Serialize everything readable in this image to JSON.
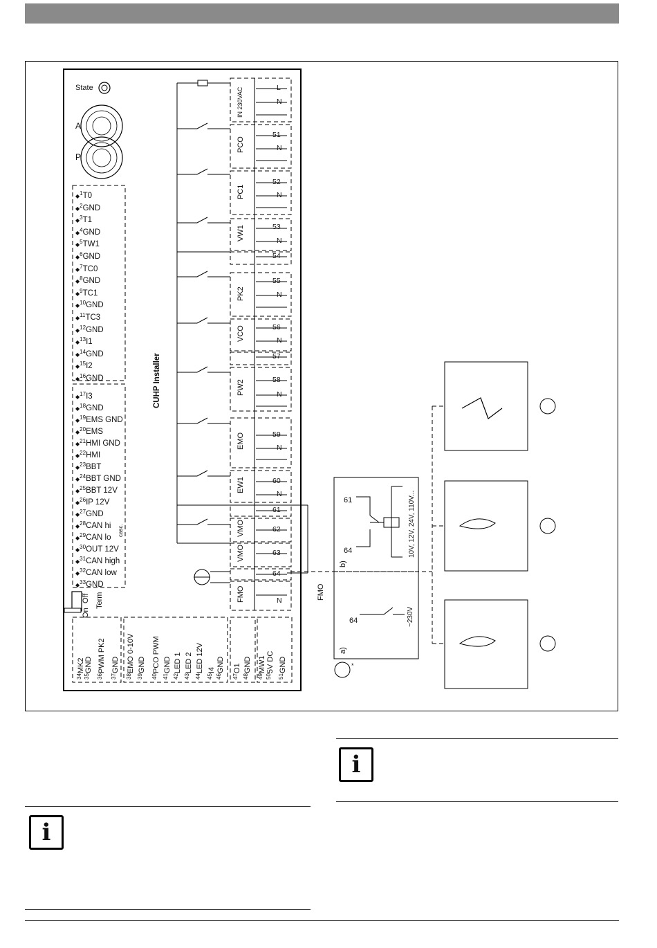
{
  "board": {
    "title": "CUHP Installer",
    "state_label": "State",
    "switch_a": "A",
    "switch_p": "P",
    "term_on": "On",
    "term_off": "Off",
    "term_label": "Term",
    "casc": "casc."
  },
  "left_pins": [
    {
      "n": "1",
      "label": "T0"
    },
    {
      "n": "2",
      "label": "GND"
    },
    {
      "n": "3",
      "label": "T1"
    },
    {
      "n": "4",
      "label": "GND"
    },
    {
      "n": "5",
      "label": "TW1"
    },
    {
      "n": "6",
      "label": "GND"
    },
    {
      "n": "7",
      "label": "TC0"
    },
    {
      "n": "8",
      "label": "GND"
    },
    {
      "n": "9",
      "label": "TC1"
    },
    {
      "n": "10",
      "label": "GND"
    },
    {
      "n": "11",
      "label": "TC3"
    },
    {
      "n": "12",
      "label": "GND"
    },
    {
      "n": "13",
      "label": "I1"
    },
    {
      "n": "14",
      "label": "GND"
    },
    {
      "n": "15",
      "label": "I2"
    },
    {
      "n": "16",
      "label": "GND"
    },
    {
      "n": "17",
      "label": "I3"
    },
    {
      "n": "18",
      "label": "GND"
    },
    {
      "n": "19",
      "label": "EMS GND"
    },
    {
      "n": "20",
      "label": "EMS"
    },
    {
      "n": "21",
      "label": "HMI GND"
    },
    {
      "n": "22",
      "label": "HMI"
    },
    {
      "n": "23",
      "label": "BBT"
    },
    {
      "n": "24",
      "label": "BBT GND"
    },
    {
      "n": "25",
      "label": "BBT 12V"
    },
    {
      "n": "26",
      "label": "IP 12V"
    },
    {
      "n": "27",
      "label": "GND"
    },
    {
      "n": "28",
      "label": "CAN hi"
    },
    {
      "n": "29",
      "label": "CAN lo"
    },
    {
      "n": "30",
      "label": "OUT 12V"
    },
    {
      "n": "31",
      "label": "CAN high"
    },
    {
      "n": "32",
      "label": "CAN low"
    },
    {
      "n": "33",
      "label": "GND"
    }
  ],
  "bottom_pins": [
    {
      "n": "34",
      "label": "MK2"
    },
    {
      "n": "35",
      "label": "GND"
    },
    {
      "n": "36",
      "label": "PWM PK2"
    },
    {
      "n": "37",
      "label": "GND"
    },
    {
      "n": "38",
      "label": "EMO 0-10V"
    },
    {
      "n": "39",
      "label": "GND"
    },
    {
      "n": "40",
      "label": "PCO PWM"
    },
    {
      "n": "41",
      "label": "GND"
    },
    {
      "n": "42",
      "label": "LED 1"
    },
    {
      "n": "43",
      "label": "LED 2"
    },
    {
      "n": "44",
      "label": "LED 12V"
    },
    {
      "n": "45",
      "label": "I4"
    },
    {
      "n": "46",
      "label": "GND"
    },
    {
      "n": "47",
      "label": "O1"
    },
    {
      "n": "48",
      "label": "GND"
    },
    {
      "n": "49",
      "label": "MW1"
    },
    {
      "n": "50",
      "label": "5V DC"
    },
    {
      "n": "51",
      "label": "GND"
    }
  ],
  "right_blocks": [
    {
      "name": "IN 230VAC",
      "terms": [
        "L",
        "N",
        ""
      ]
    },
    {
      "name": "PCO",
      "terms": [
        "51",
        "N",
        ""
      ]
    },
    {
      "name": "PC1",
      "terms": [
        "52",
        "N",
        ""
      ]
    },
    {
      "name": "VW1",
      "terms": [
        "53",
        "N"
      ]
    },
    {
      "name": "",
      "terms": [
        "54"
      ]
    },
    {
      "name": "PK2",
      "terms": [
        "55",
        "N",
        ""
      ]
    },
    {
      "name": "VCO",
      "terms": [
        "56",
        "N"
      ]
    },
    {
      "name": "",
      "terms": [
        "57"
      ]
    },
    {
      "name": "PW2",
      "terms": [
        "58",
        "N",
        ""
      ]
    },
    {
      "name": "EMO",
      "terms": [
        "59",
        "N",
        ""
      ]
    },
    {
      "name": "EW1",
      "terms": [
        "60",
        "N"
      ]
    },
    {
      "name": "",
      "terms": [
        "61"
      ]
    },
    {
      "name": "VMO",
      "terms": [
        "62"
      ]
    },
    {
      "name": "VMO",
      "terms": [
        "63"
      ]
    },
    {
      "name": "",
      "terms": [
        "64"
      ]
    },
    {
      "name": "FMO",
      "terms": [
        "N"
      ]
    }
  ],
  "relay": {
    "fmo_label": "FMO",
    "b_label": "b)",
    "a_label": "a)",
    "t61": "61",
    "t64_b": "64",
    "t64_a": "64",
    "voltages": "10V, 12V, 24V, 110V...",
    "voltage_a": "~230V"
  },
  "notes": {
    "info_icon_1": "i",
    "info_icon_2": "i"
  }
}
